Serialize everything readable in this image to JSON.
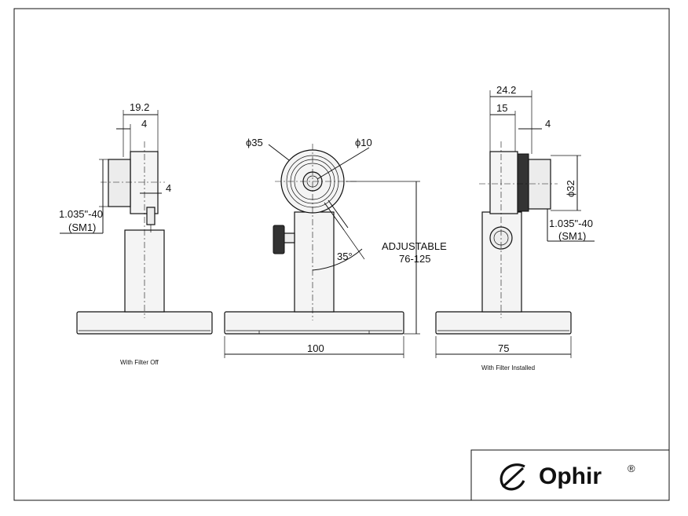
{
  "views": {
    "left": {
      "caption": "With Filter Off",
      "dim_total": "19.2",
      "dim_top": "4",
      "dim_side": "4",
      "thread_line1": "1.035\"-40",
      "thread_line2": "(SM1)"
    },
    "center": {
      "dia_outer": "ϕ35",
      "dia_inner": "ϕ10",
      "angle": "35°",
      "adjust_line1": "ADJUSTABLE",
      "adjust_line2": "76-125",
      "base_width": "100"
    },
    "right": {
      "caption": "With Filter Installed",
      "dim_total": "24.2",
      "dim_mid": "15",
      "dim_small": "4",
      "dia": "ϕ32",
      "thread_line1": "1.035\"-40",
      "thread_line2": "(SM1)",
      "base_width": "75"
    }
  },
  "title_block": {
    "brand": "Ophir",
    "registered": "®"
  }
}
